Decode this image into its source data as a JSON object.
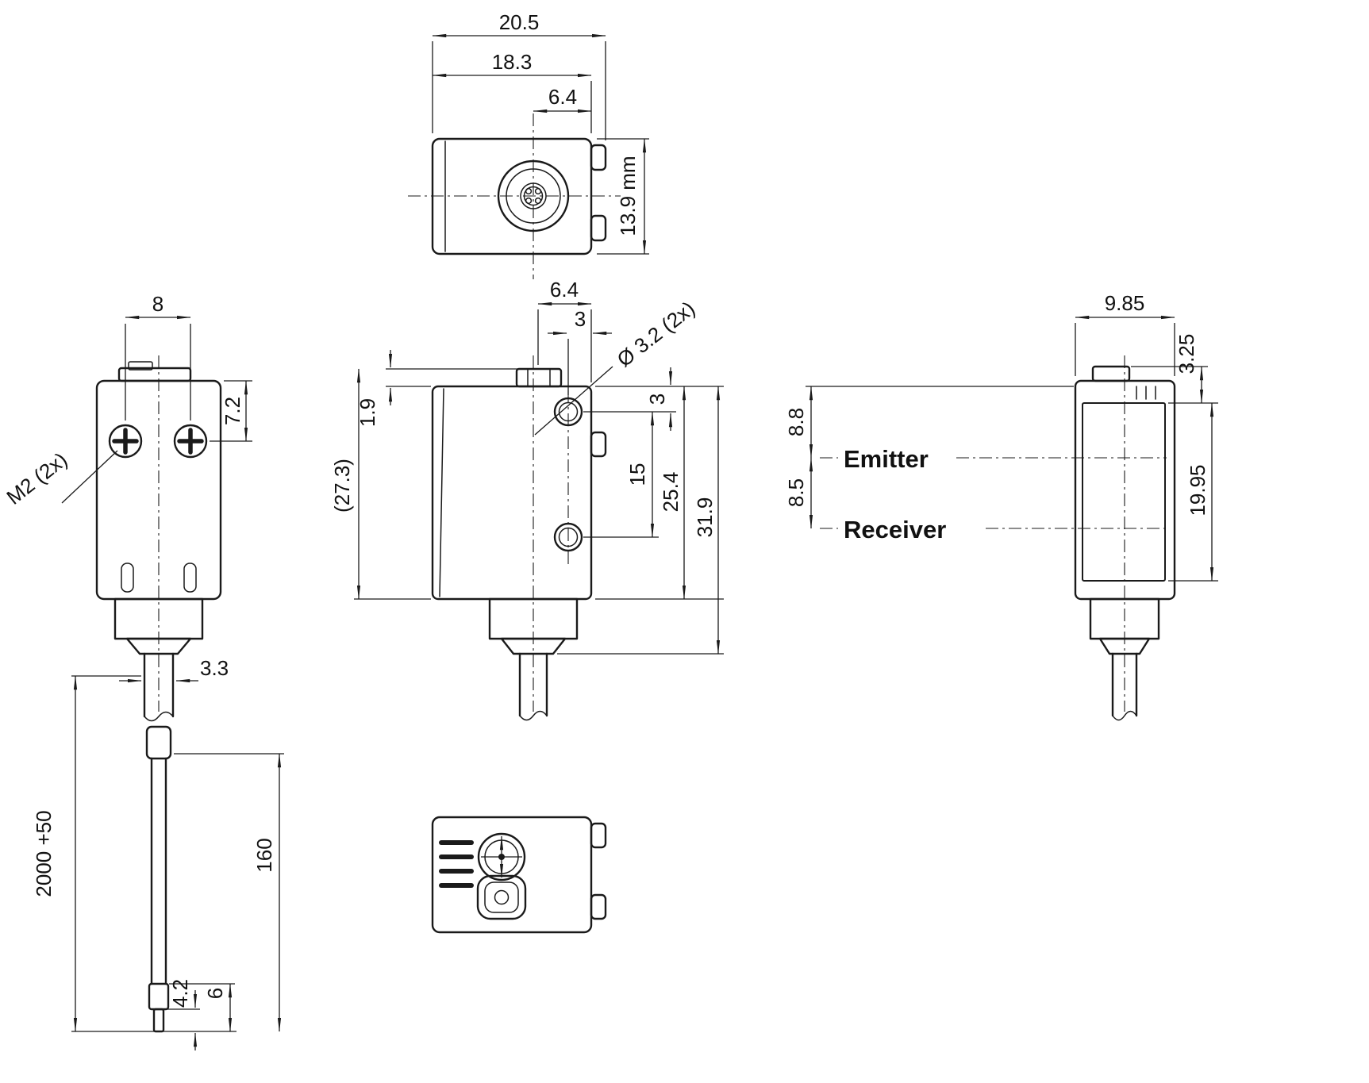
{
  "top_view": {
    "dim_overall_width": "20.5",
    "dim_body_width": "18.3",
    "dim_connector_offset": "6.4",
    "dim_height": "13.9 mm"
  },
  "back_view": {
    "dim_screw_spacing": "8",
    "dim_screw_offset": "7.2",
    "label_thread": "M2 (2x)",
    "dim_cable_diameter": "3.3",
    "dim_cable_length": "2000 +50",
    "dim_tail_length": "160",
    "dim_tip_length": "4.2",
    "dim_end_length": "6"
  },
  "side_view": {
    "dim_connector_offset": "6.4",
    "dim_hole_edge_offset": "3",
    "label_holes": "Ø 3.2 (2x)",
    "dim_tab_height": "1.9",
    "dim_ref_height": "(27.3)",
    "dim_hole_top_offset": "3",
    "dim_hole_spacing": "15",
    "dim_body_height": "25.4",
    "dim_total_height": "31.9"
  },
  "front_view": {
    "dim_width": "9.85",
    "dim_top_offset": "3.25",
    "dim_emitter_offset": "8.8",
    "dim_axis_spacing": "8.5",
    "dim_window_height": "19.95",
    "label_emitter": "Emitter",
    "label_receiver": "Receiver"
  }
}
